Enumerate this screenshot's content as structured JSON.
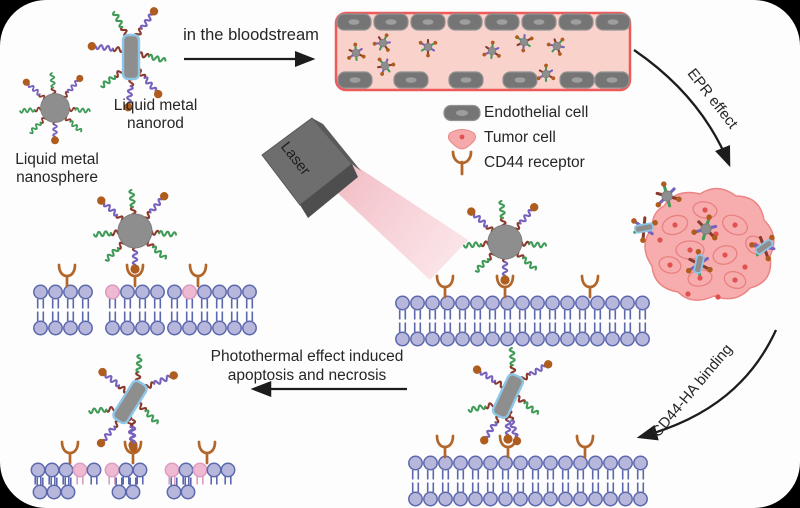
{
  "labels": {
    "nanorod_l1": "Liquid metal",
    "nanorod_l2": "nanorod",
    "nanosphere_l1": "Liquid metal",
    "nanosphere_l2": "nanosphere",
    "bloodstream": "in the bloodstream",
    "epr": "EPR effect",
    "laser": "Laser",
    "cd44ha": "CD44-HA binding",
    "photothermal_l1": "Photothermal effect induced",
    "photothermal_l2": "apoptosis and necrosis"
  },
  "legend": {
    "items": [
      {
        "icon": "endothelial-cell-icon",
        "label": "Endothelial cell"
      },
      {
        "icon": "tumor-cell-icon",
        "label": "Tumor cell"
      },
      {
        "icon": "cd44-receptor-icon",
        "label": "CD44 receptor"
      }
    ]
  },
  "colors": {
    "chain_maroon": "#8a3a2c",
    "chain_purple": "#7661bd",
    "chain_green": "#3f9b57",
    "ha_dot_brown": "#af5c1f",
    "metal_gray": "#8e8e8e",
    "nanorod_outline_blue": "#8ec6e8",
    "membrane_lavender": "#b7b7dc",
    "membrane_outline": "#5c68ae",
    "membrane_pink": "#f0b9d2",
    "receptor_brown": "#b2662a",
    "vessel_fill": "#f9d3cb",
    "vessel_border": "#ee5a5a",
    "endothelial_gray": "#757575",
    "tumor_pink": "#f7adad",
    "tumor_outline": "#ec8585",
    "tumor_nucleus": "#e0514f",
    "laser_body": "#6e6e6e",
    "laser_beam_pink": "#f2b7c0",
    "arrow_black": "#1c1c1c",
    "text": "#262626",
    "background": "#fdfdfd",
    "outer_background": "#000000"
  }
}
